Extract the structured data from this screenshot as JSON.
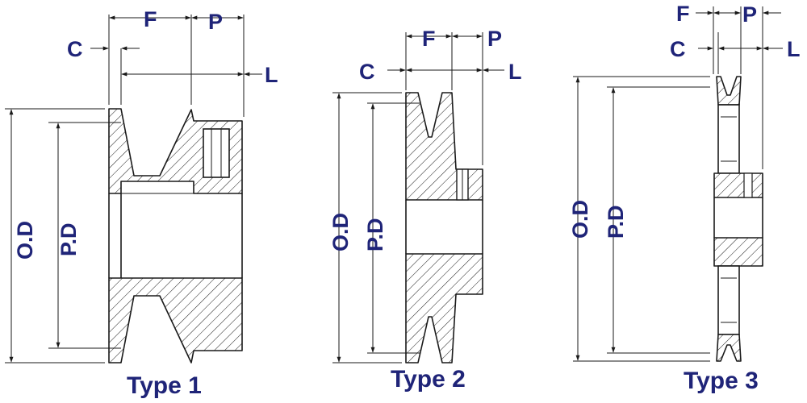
{
  "dimensions": {
    "face_width": "F",
    "hub_projection": "P",
    "flange_offset": "C",
    "hub_length": "L",
    "outside_diameter": "O.D",
    "pitch_diameter": "P.D"
  },
  "types": [
    {
      "caption": "Type 1"
    },
    {
      "caption": "Type 2"
    },
    {
      "caption": "Type 3"
    }
  ],
  "colors": {
    "label": "#1f2478",
    "line": "#1a1a1a"
  }
}
